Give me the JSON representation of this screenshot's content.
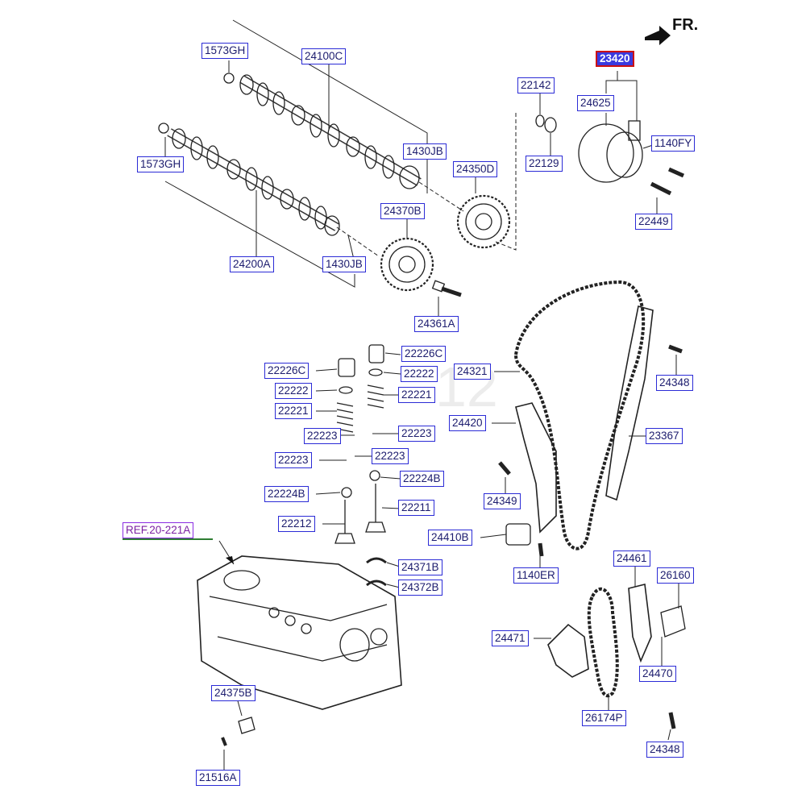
{
  "direction_label": "FR.",
  "watermark_text": "12",
  "reference": {
    "label": "REF.20-221A"
  },
  "selected_part": "23420",
  "parts": {
    "p1573gh_a": "1573GH",
    "p24100c": "24100C",
    "p23420": "23420",
    "p22142": "22142",
    "p24625": "24625",
    "p1140fy": "1140FY",
    "p1430jb_a": "1430JB",
    "p22129": "22129",
    "p1573gh_b": "1573GH",
    "p24350d": "24350D",
    "p24370b": "24370B",
    "p22449": "22449",
    "p24200a": "24200A",
    "p1430jb_b": "1430JB",
    "p24361a": "24361A",
    "p22226c_a": "22226C",
    "p22226c_b": "22226C",
    "p24321": "24321",
    "p22222_a": "22222",
    "p22222_b": "22222",
    "p24348_a": "24348",
    "p22221_a": "22221",
    "p22221_b": "22221",
    "p24420": "24420",
    "p22223_a": "22223",
    "p22223_b": "22223",
    "p23367": "23367",
    "p22223_c": "22223",
    "p22223_d": "22223",
    "p22224b_a": "22224B",
    "p22224b_b": "22224B",
    "p24349": "24349",
    "p22211": "22211",
    "p22212": "22212",
    "p24410b": "24410B",
    "p1140er": "1140ER",
    "p24461": "24461",
    "p26160": "26160",
    "p24371b": "24371B",
    "p24372b": "24372B",
    "p24471": "24471",
    "p24470": "24470",
    "p24375b": "24375B",
    "p26174p": "26174P",
    "p24348_b": "24348",
    "p21516a": "21516A"
  }
}
